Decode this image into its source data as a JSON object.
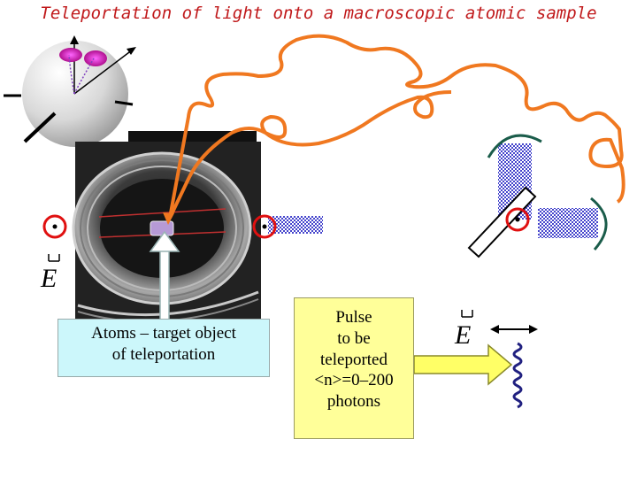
{
  "title": "Teleportation of light onto a macroscopic atomic sample",
  "atoms_label": {
    "line1": "Atoms – target object",
    "line2": "of teleportation"
  },
  "pulse_label": {
    "line1": "Pulse",
    "line2": "to be",
    "line3": "teleported",
    "line4": "<n>=0–200",
    "line5": "photons"
  },
  "efield_symbol": "E",
  "colors": {
    "title": "#c0181a",
    "fiber": "#f07820",
    "marker": "#e01010",
    "beam": "#4444cc",
    "atoms_box": "#ccf7fb",
    "pulse_box": "#ffff99",
    "arrow": "#ffff66"
  }
}
